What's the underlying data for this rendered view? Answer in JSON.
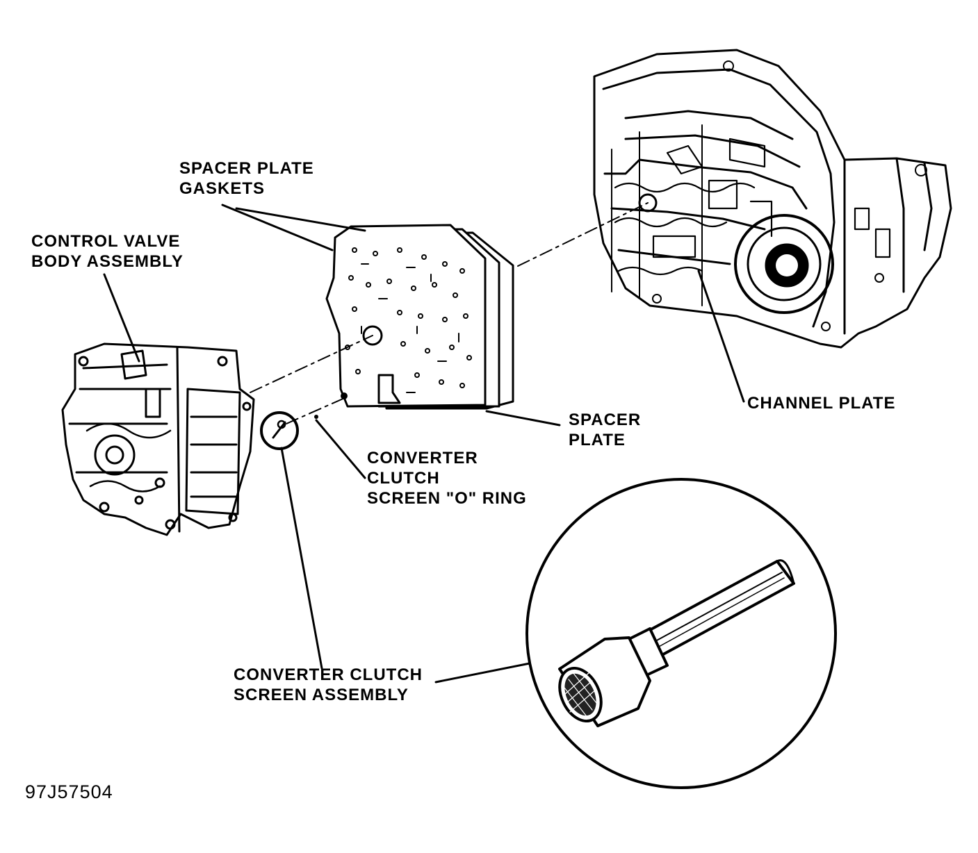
{
  "labels": {
    "spacer_plate_gaskets": [
      "SPACER PLATE",
      "GASKETS"
    ],
    "control_valve_body": [
      "CONTROL VALVE",
      "BODY ASSEMBLY"
    ],
    "channel_plate": [
      "CHANNEL PLATE"
    ],
    "spacer_plate": [
      "SPACER",
      "PLATE"
    ],
    "screen_o_ring": [
      "CONVERTER",
      "CLUTCH",
      "SCREEN \"O\" RING"
    ],
    "screen_assembly": [
      "CONVERTER CLUTCH",
      "SCREEN ASSEMBLY"
    ]
  },
  "figure_id": "97J57504",
  "colors": {
    "ink": "#000000",
    "paper": "#ffffff"
  }
}
